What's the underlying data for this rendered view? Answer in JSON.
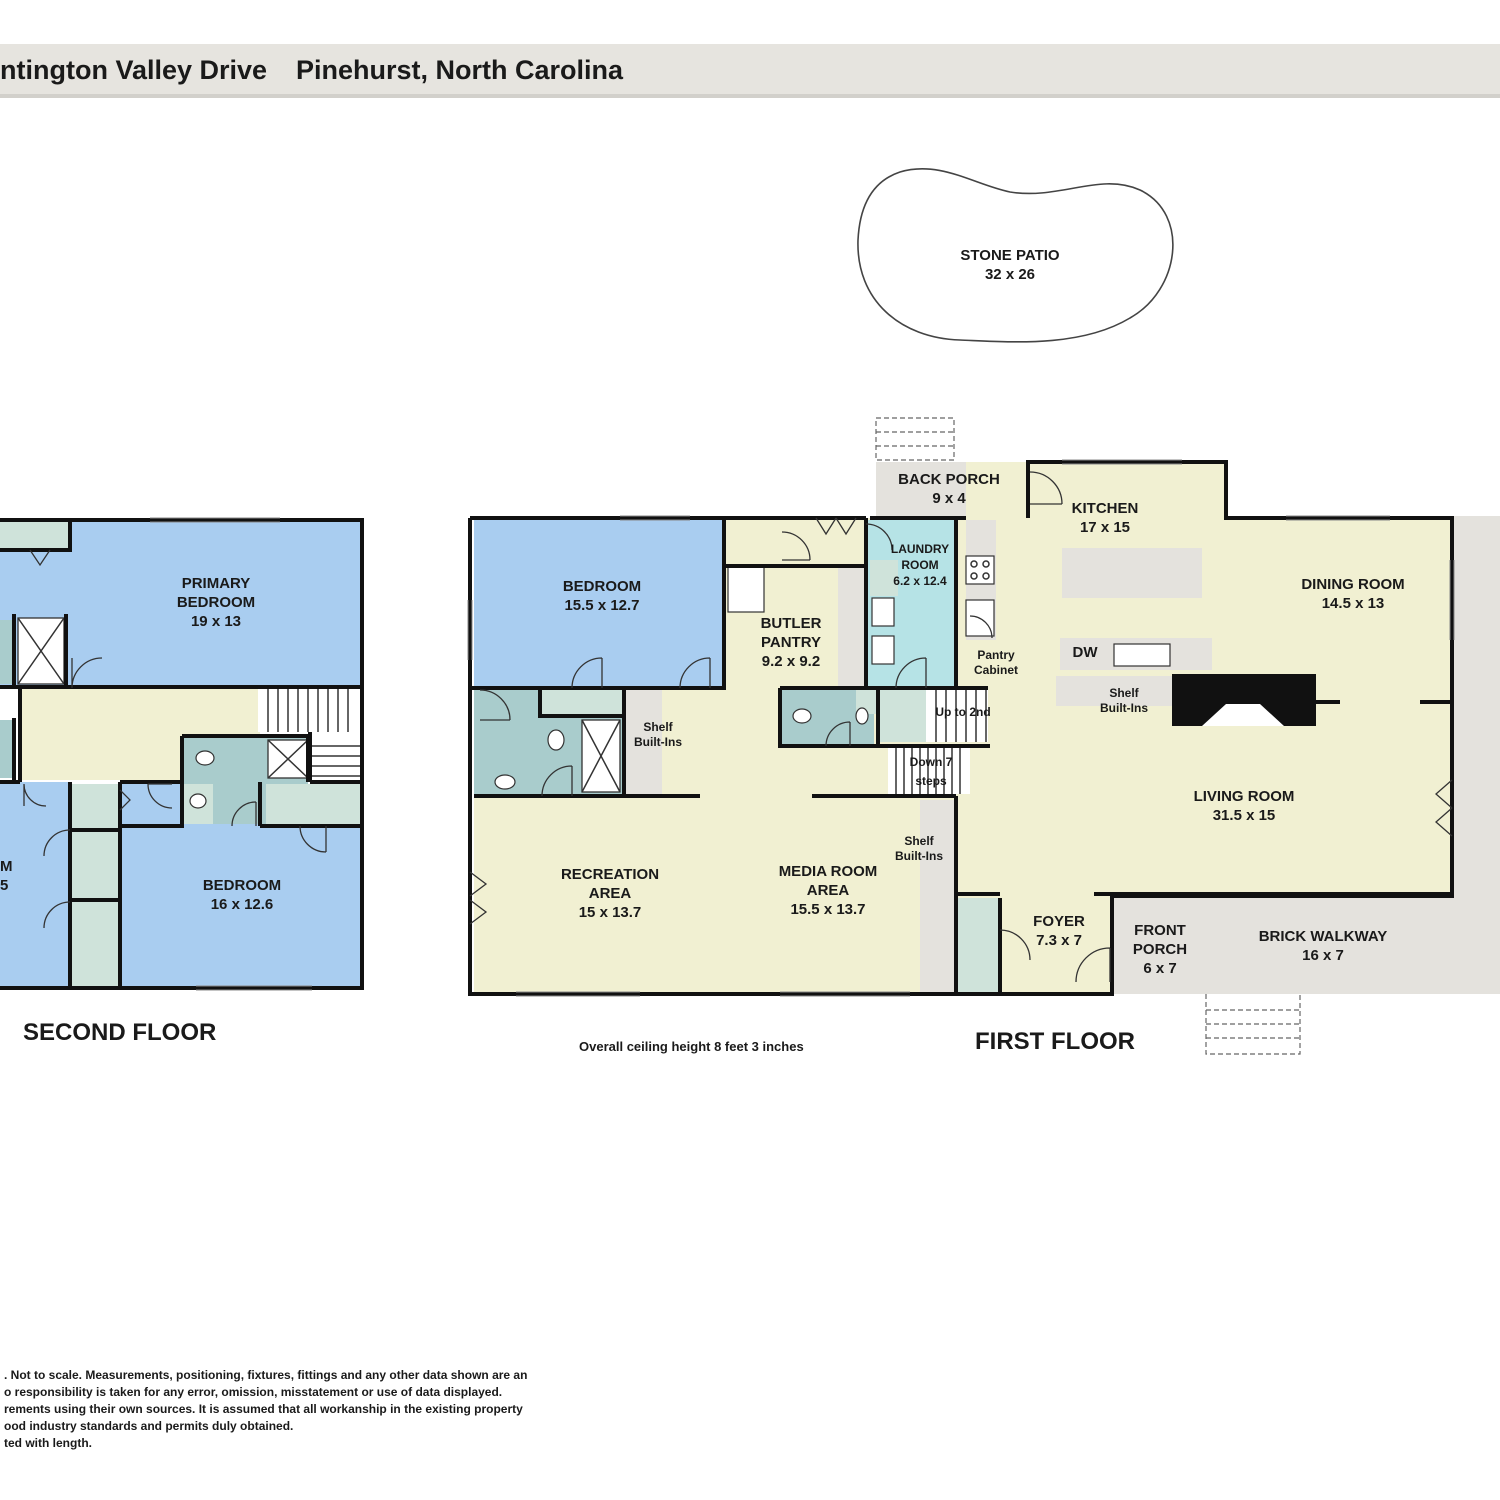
{
  "header": {
    "address": "ntington Valley Drive",
    "city": "Pinehurst, North Carolina"
  },
  "floors": {
    "second": "SECOND FLOOR",
    "first": "FIRST FLOOR"
  },
  "second_floor_rooms": {
    "primary": [
      "PRIMARY",
      "BEDROOM",
      "19 x 13"
    ],
    "bedroom_right": [
      "BEDROOM",
      "16 x 12.6"
    ],
    "bedroom_left": [
      "M",
      "5"
    ]
  },
  "first_floor_rooms": {
    "stone_patio": [
      "STONE PATIO",
      "32 x 26"
    ],
    "back_porch": [
      "BACK PORCH",
      "9 x 4"
    ],
    "kitchen": [
      "KITCHEN",
      "17 x 15"
    ],
    "laundry": [
      "LAUNDRY",
      "ROOM",
      "6.2 x 12.4"
    ],
    "bedroom": [
      "BEDROOM",
      "15.5 x 12.7"
    ],
    "butler": [
      "BUTLER",
      "PANTRY",
      "9.2 x 9.2"
    ],
    "dining": [
      "DINING ROOM",
      "14.5 x 13"
    ],
    "pantry_cabinet": [
      "Pantry",
      "Cabinet"
    ],
    "dw": "DW",
    "shelf_kitchen": [
      "Shelf",
      "Built-Ins"
    ],
    "shelf_hall": [
      "Shelf",
      "Built-Ins"
    ],
    "shelf_media": [
      "Shelf",
      "Built-Ins"
    ],
    "up_to_2nd": "Up to 2nd",
    "down_steps": [
      "Down 7",
      "steps"
    ],
    "living": [
      "LIVING ROOM",
      "31.5 x 15"
    ],
    "recreation": [
      "RECREATION",
      "AREA",
      "15 x 13.7"
    ],
    "media": [
      "MEDIA ROOM",
      "AREA",
      "15.5 x 13.7"
    ],
    "foyer": [
      "FOYER",
      "7.3 x 7"
    ],
    "front_porch": [
      "FRONT",
      "PORCH",
      "6 x 7"
    ],
    "brick_walkway": [
      "BRICK WALKWAY",
      "16 x 7"
    ]
  },
  "notes": {
    "ceiling": "Overall ceiling height 8 feet 3 inches"
  },
  "disclaimer": [
    ". Not to scale. Measurements, positioning, fixtures, fittings and any other data shown are an",
    "o responsibility is taken for any error, omission, misstatement or use of data displayed.",
    "rements using their own sources. It is assumed that all workanship in the existing property",
    "ood industry standards and permits duly obtained.",
    "ted with length."
  ],
  "colors": {
    "bedroom_blue": "#a9cdf0",
    "living_yellow": "#f1f0d2",
    "bath_teal": "#a9cccc",
    "laundry_cyan": "#b6e3e6",
    "closet_green": "#cfe3da",
    "porch_grey": "#e4e2dd",
    "header_grey": "#e6e4df"
  }
}
